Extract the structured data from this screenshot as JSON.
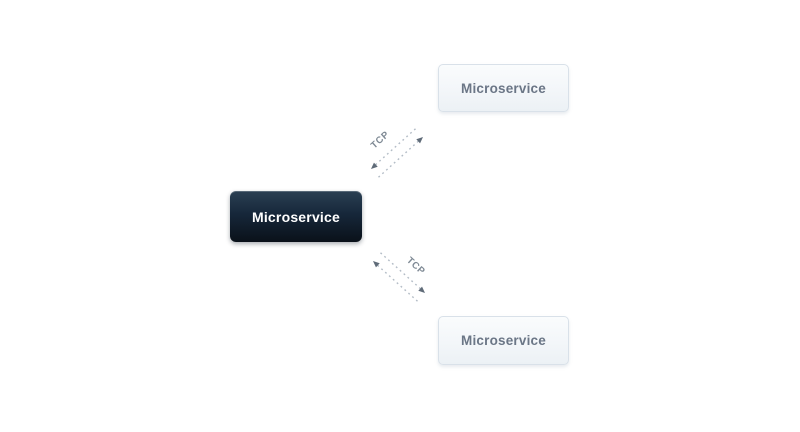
{
  "diagram": {
    "nodes": [
      {
        "id": "microservice-center",
        "label": "Microservice",
        "variant": "dark"
      },
      {
        "id": "microservice-top-right",
        "label": "Microservice",
        "variant": "light"
      },
      {
        "id": "microservice-bottom-right",
        "label": "Microservice",
        "variant": "light"
      }
    ],
    "connections": [
      {
        "from": "microservice-center",
        "to": "microservice-top-right",
        "label": "TCP",
        "line_style": "dashed",
        "bidirectional": true
      },
      {
        "from": "microservice-center",
        "to": "microservice-bottom-right",
        "label": "TCP",
        "line_style": "dashed",
        "bidirectional": true
      }
    ],
    "colors": {
      "background": "#ffffff",
      "dark_node_gradient_top": "#2b4053",
      "dark_node_gradient_bottom": "#0a1119",
      "dark_node_text": "#ffffff",
      "light_node_fill_top": "#fafcfd",
      "light_node_fill_bottom": "#ecf1f5",
      "light_node_border": "#d9e1e9",
      "light_node_text": "#6b7686",
      "connector_dash": "#b3bcc6",
      "connector_arrow": "#5f6b78",
      "connector_label_text": "#7e8994"
    }
  }
}
